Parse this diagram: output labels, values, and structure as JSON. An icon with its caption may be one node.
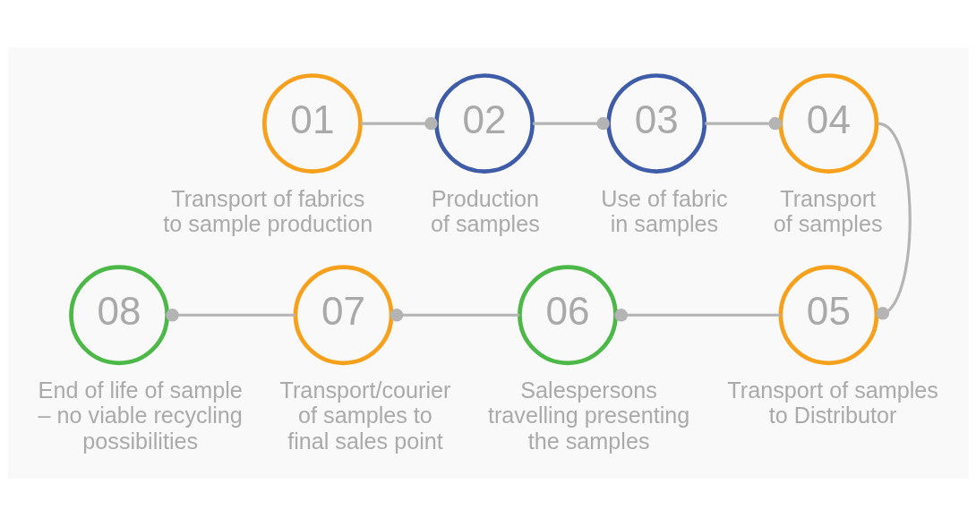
{
  "diagram": {
    "nodes": [
      {
        "text": [
          "01"
        ],
        "beside": [
          "Transport of fabrics to sample production"
        ]
      },
      {
        "text": [
          "02"
        ],
        "beside": [
          "Production of samples"
        ]
      },
      {
        "text": [
          "03"
        ],
        "beside": [
          "Use of fabric in samples"
        ]
      },
      {
        "text": [
          "04"
        ],
        "beside": [
          "Transport of samples"
        ]
      },
      {
        "text": [
          "05"
        ],
        "beside": [
          "Transport of samples to Distributor"
        ]
      },
      {
        "text": [
          "06"
        ],
        "beside": [
          "Salespersons travelling presenting the samples"
        ]
      },
      {
        "text": [
          "07"
        ],
        "beside": [
          "Transport/courier of samples to final sales point"
        ]
      },
      {
        "text": [
          "08"
        ],
        "beside": [
          "End of life of sample – no viable recycling possibilities"
        ]
      }
    ],
    "edges": [
      {
        "from": 0,
        "to": 1,
        "arrow": "other"
      },
      {
        "from": 1,
        "to": 2,
        "arrow": "other"
      },
      {
        "from": 2,
        "to": 3,
        "arrow": "other"
      },
      {
        "from": 3,
        "to": 4,
        "arrow": "other"
      },
      {
        "from": 4,
        "to": 5,
        "arrow": "other"
      },
      {
        "from": 5,
        "to": 6,
        "arrow": "other"
      },
      {
        "from": 6,
        "to": 7,
        "arrow": "other"
      }
    ]
  }
}
